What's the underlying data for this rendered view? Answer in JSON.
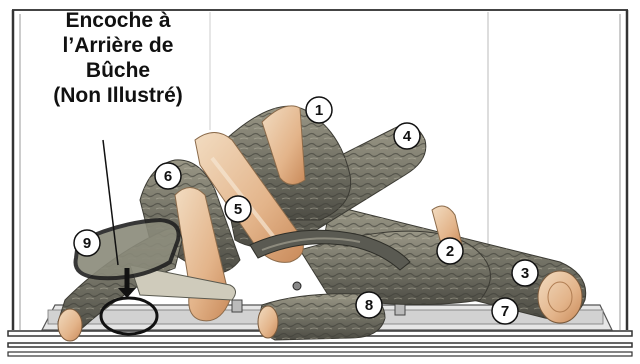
{
  "callout": {
    "line1": "Encoche à",
    "line2": "l’Arrière de",
    "line3": "Bûche",
    "line4": "(Non Illustré)"
  },
  "log_numbers": [
    {
      "id": "log-1",
      "label": "1"
    },
    {
      "id": "log-2",
      "label": "2"
    },
    {
      "id": "log-3",
      "label": "3"
    },
    {
      "id": "log-4",
      "label": "4"
    },
    {
      "id": "log-5",
      "label": "5"
    },
    {
      "id": "log-6",
      "label": "6"
    },
    {
      "id": "log-7",
      "label": "7"
    },
    {
      "id": "log-8",
      "label": "8"
    },
    {
      "id": "log-9",
      "label": "9"
    }
  ],
  "colors": {
    "bark_dark": "#4e4e46",
    "bark_mid": "#77776a",
    "bark_light": "#a09d8c",
    "wood_cut": "#e9c9a6",
    "wood_orange": "#d49a6c",
    "frame": "#333333",
    "pan": "#e4e4e4",
    "ember": "#9e9e9e"
  }
}
